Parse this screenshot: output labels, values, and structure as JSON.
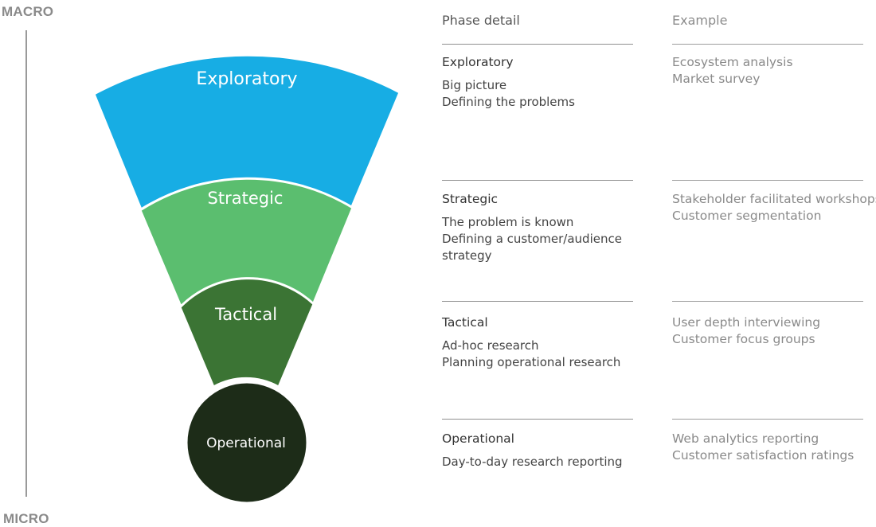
{
  "axis": {
    "top_label": "MACRO",
    "bottom_label": "MICRO"
  },
  "colors": {
    "exploratory": "#17ADE4",
    "strategic": "#5BBE6F",
    "tactical": "#3B7434",
    "operational": "#1D2C18",
    "rule": "#8F8F8F",
    "axis": "#9A9A9A"
  },
  "funnel": {
    "exploratory": "Exploratory",
    "strategic": "Strategic",
    "tactical": "Tactical",
    "operational": "Operational"
  },
  "headers": {
    "detail": "Phase detail",
    "example": "Example"
  },
  "phases": [
    {
      "title": "Exploratory",
      "details": [
        "Big picture",
        "Defining the problems"
      ],
      "examples": [
        "Ecosystem analysis",
        "Market survey"
      ]
    },
    {
      "title": "Strategic",
      "details": [
        "The problem is known",
        "Defining a customer/audience",
        "strategy"
      ],
      "examples": [
        "Stakeholder facilitated workshops",
        "Customer segmentation"
      ]
    },
    {
      "title": "Tactical",
      "details": [
        "Ad-hoc research",
        "Planning operational research"
      ],
      "examples": [
        "User depth interviewing",
        "Customer focus groups"
      ]
    },
    {
      "title": "Operational",
      "details": [
        "Day-to-day research reporting"
      ],
      "examples": [
        "Web analytics reporting",
        "Customer satisfaction ratings"
      ]
    }
  ]
}
